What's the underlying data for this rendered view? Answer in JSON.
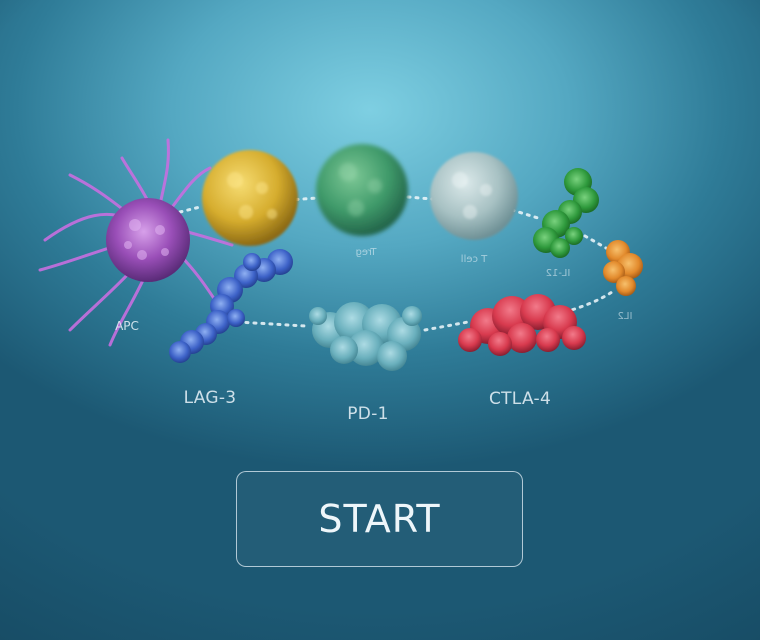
{
  "colors": {
    "background_center": "#7ecfe2",
    "background_edge": "#1c5873",
    "apc": "#9a4fb8",
    "treg": "#d6ad2e",
    "bcell": "#3f9a6a",
    "tcell": "#a7c1c3",
    "il12": "#2f9a3d",
    "il2": "#e28a2c",
    "lag3": "#3d62c8",
    "pd1": "#6fb4c0",
    "ctla4": "#d83a4e"
  },
  "labels": {
    "apc": "APC",
    "treg": "Treg",
    "tcell": "T cell",
    "il12": "IL-12",
    "il2": "IL2",
    "lag3": "LAG-3",
    "pd1": "PD-1",
    "ctla4": "CTLA-4"
  },
  "start_button": {
    "label": "START"
  }
}
